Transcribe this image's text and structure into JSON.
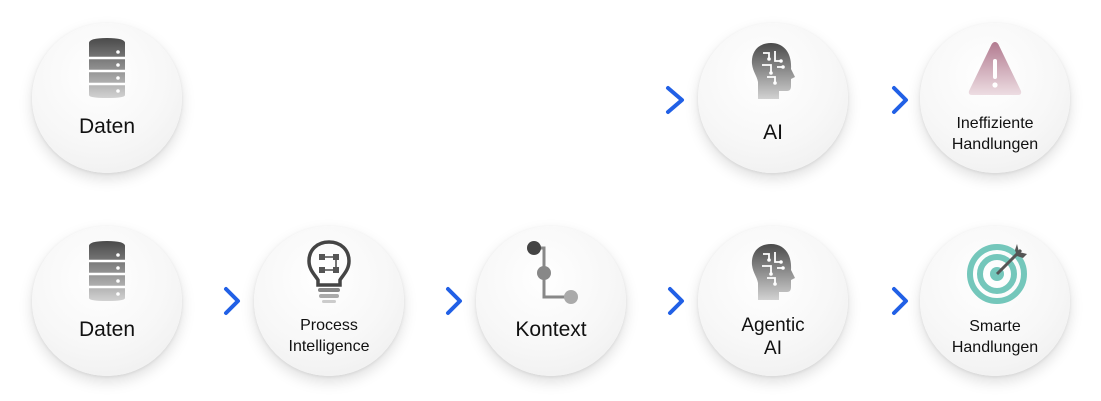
{
  "colors": {
    "arrow_start": "#2cc4a0",
    "arrow_end": "#2160e6",
    "warning_start": "#b27b90",
    "warning_end": "#ecdbe1",
    "target": "#74c7bb",
    "icon_gray_dark": "#555555",
    "icon_gray_light": "#c9c9c9"
  },
  "row1": {
    "daten": "Daten",
    "ai": "AI",
    "ineffiziente_line1": "Ineffiziente",
    "ineffiziente_line2": "Handlungen"
  },
  "row2": {
    "daten": "Daten",
    "process_line1": "Process",
    "process_line2": "Intelligence",
    "kontext": "Kontext",
    "agentic_line1": "Agentic",
    "agentic_line2": "AI",
    "smarte_line1": "Smarte",
    "smarte_line2": "Handlungen"
  },
  "icons": {
    "daten": "database-icon",
    "ai": "brain-head-icon",
    "ineffiziente": "warning-icon",
    "process": "lightbulb-process-icon",
    "kontext": "branch-nodes-icon",
    "agentic": "brain-head-icon",
    "smarte": "target-icon"
  }
}
